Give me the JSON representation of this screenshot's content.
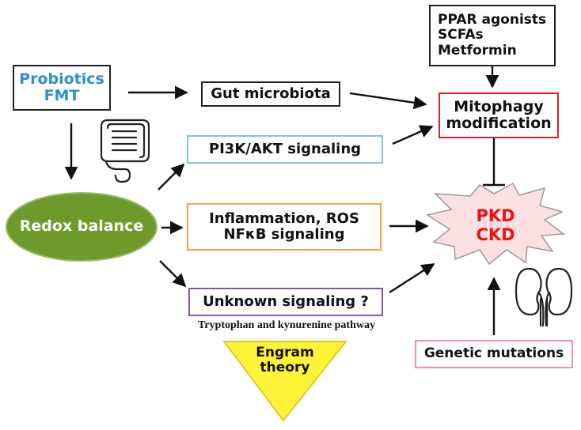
{
  "colors": {
    "probiotics_text": "#2f8fc9",
    "mitophagy_border": "#e02020",
    "pi3k_border": "#7cc6d8",
    "inflammation_border": "#f0a04b",
    "unknown_border": "#7e57a8",
    "genetic_border": "#f08cba",
    "pkd_fill": "#fbe0e1",
    "pkd_text": "#ee1111",
    "redox_fill": "#6e9a2c",
    "engram_fill": "#fff33a"
  },
  "icons": [
    "intestine-icon",
    "kidneys-icon"
  ],
  "nodes": {
    "agonists": {
      "line1": "PPAR agonists",
      "line2": "SCFAs",
      "line3": "Metformin"
    },
    "probiotics": {
      "line1": "Probiotics",
      "line2": "FMT"
    },
    "gut": {
      "label": "Gut microbiota"
    },
    "mitophagy": {
      "line1": "Mitophagy",
      "line2": "modification"
    },
    "pi3k": {
      "label": "PI3K/AKT signaling"
    },
    "redox": {
      "label": "Redox balance"
    },
    "inflammation": {
      "line1": "Inflammation, ROS",
      "line2": "NFκB signaling"
    },
    "pkd": {
      "line1": "PKD",
      "line2": "CKD"
    },
    "unknown": {
      "label": "Unknown signaling ?"
    },
    "tryptophan": {
      "label": "Tryptophan and kynurenine pathway"
    },
    "engram": {
      "line1": "Engram",
      "line2": "theory"
    },
    "genetic": {
      "label": "Genetic mutations"
    }
  }
}
